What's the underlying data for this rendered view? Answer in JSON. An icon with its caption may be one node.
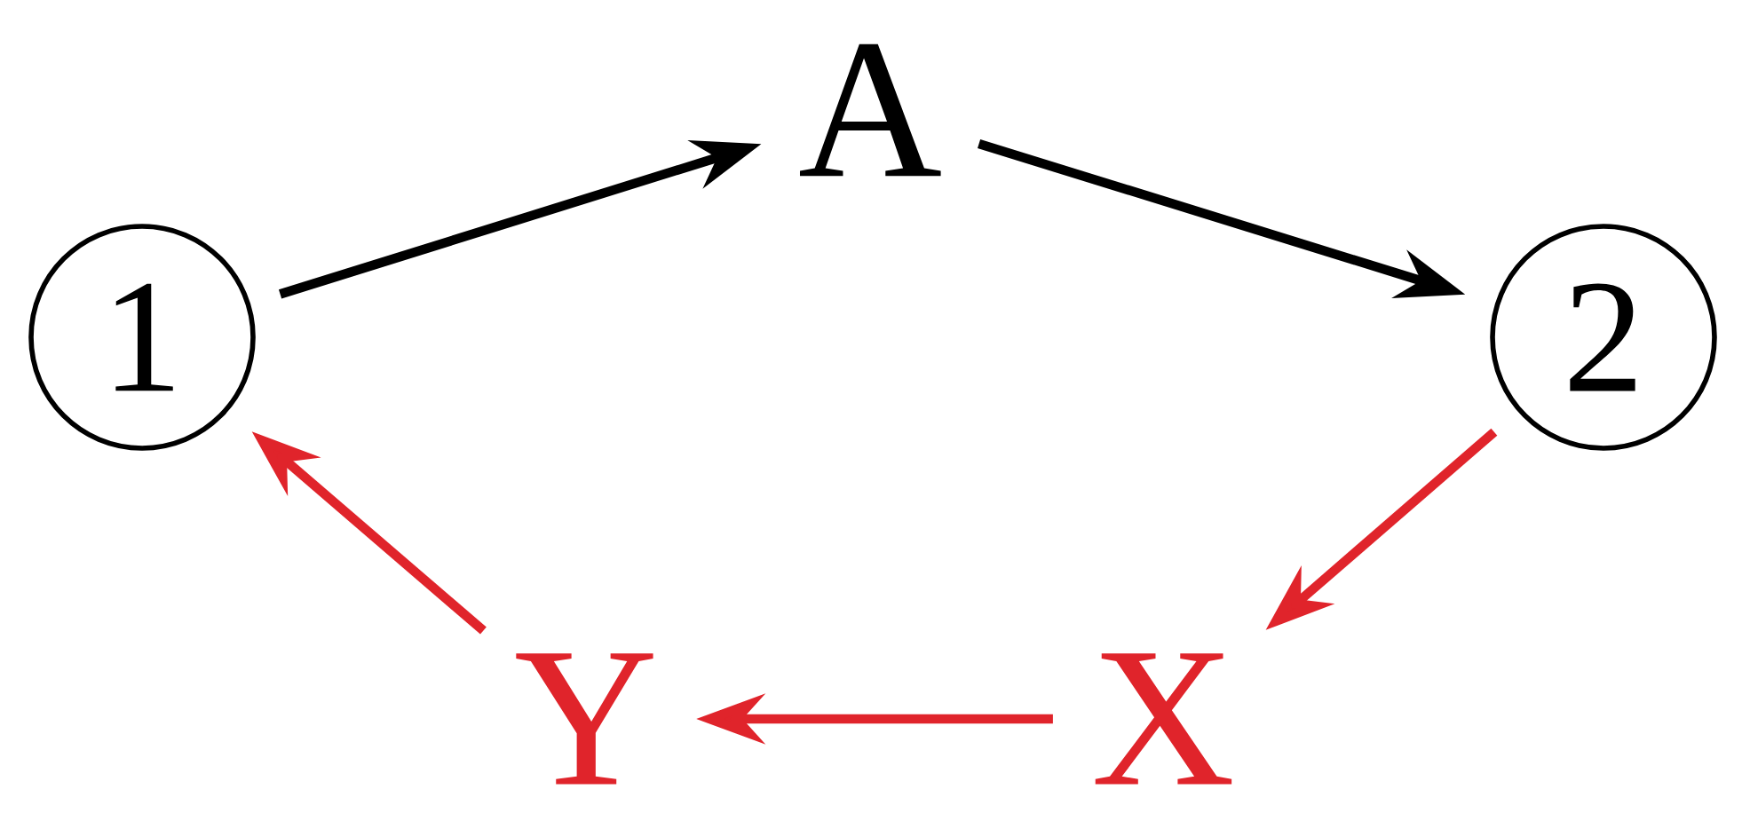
{
  "diagram": {
    "nodes": [
      {
        "text": [
          "1"
        ]
      },
      {
        "text": [
          "A"
        ]
      },
      {
        "text": [
          "2"
        ]
      },
      {
        "text": [
          "X"
        ]
      },
      {
        "text": [
          "Y"
        ]
      }
    ],
    "edges": [
      {
        "from": 0,
        "to": 1,
        "arrow": "to",
        "color": "#000000"
      },
      {
        "from": 1,
        "to": 2,
        "arrow": "to",
        "color": "#000000"
      },
      {
        "from": 2,
        "to": 3,
        "arrow": "to",
        "color": "#e0242b"
      },
      {
        "from": 3,
        "to": 4,
        "arrow": "to",
        "color": "#e0242b"
      },
      {
        "from": 4,
        "to": 0,
        "arrow": "to",
        "color": "#e0242b"
      }
    ]
  }
}
